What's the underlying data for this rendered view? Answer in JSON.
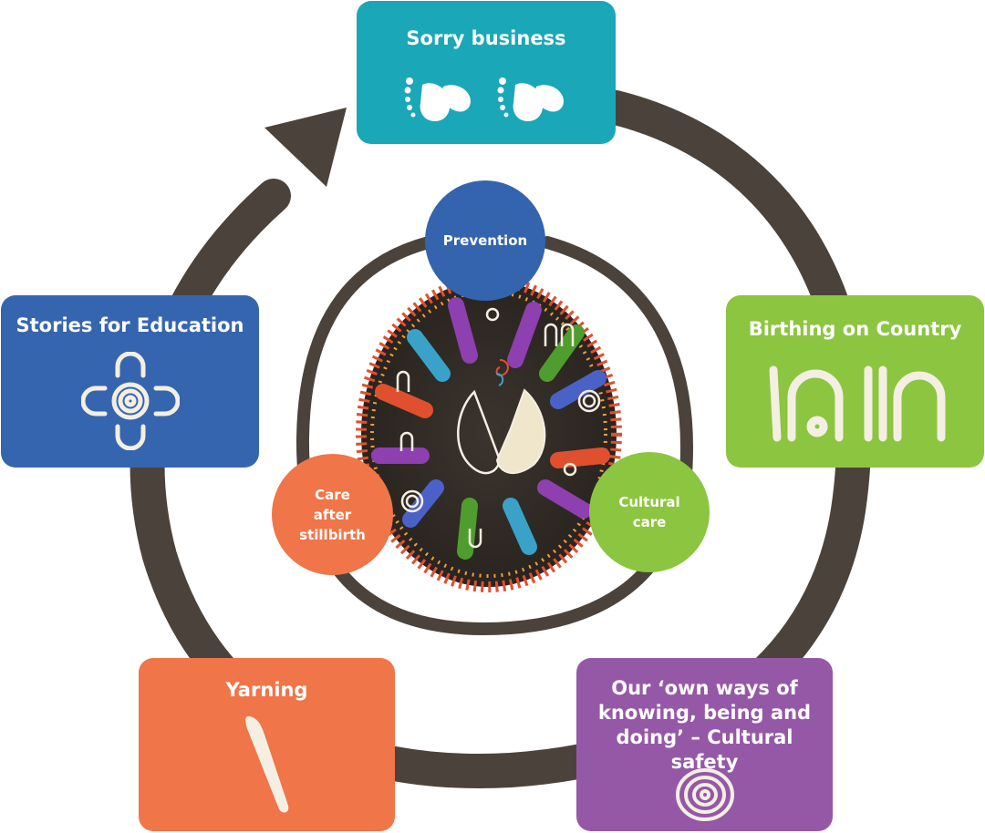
{
  "outer_boxes": {
    "sorry_business": {
      "label": "Sorry business",
      "color": "#1aa7b8",
      "icon": "footprints-icon"
    },
    "birthing_on_country": {
      "label": "Birthing on Country",
      "color": "#8cc540",
      "icon": "arch-symbols-icon"
    },
    "cultural_safety": {
      "label": "Our ‘own ways of knowing, being and doing’ – Cultural safety",
      "color": "#9558a7",
      "icon": "concentric-circles-icon"
    },
    "yarning": {
      "label": "Yarning",
      "color": "#f07549",
      "icon": "yarning-stick-icon"
    },
    "stories_for_education": {
      "label": "Stories for Education",
      "color": "#3665b0",
      "icon": "meeting-place-icon"
    }
  },
  "inner_circles": {
    "prevention": {
      "label": "Prevention",
      "color": "#3464ae"
    },
    "cultural_care": {
      "label": "Cultural care",
      "color": "#8cc540"
    },
    "care_after_stillbirth": {
      "label": "Care after stillbirth",
      "color": "#f07549"
    }
  },
  "ring_color": "#4b433b",
  "center_icon": "dot-painting-hands-icon"
}
